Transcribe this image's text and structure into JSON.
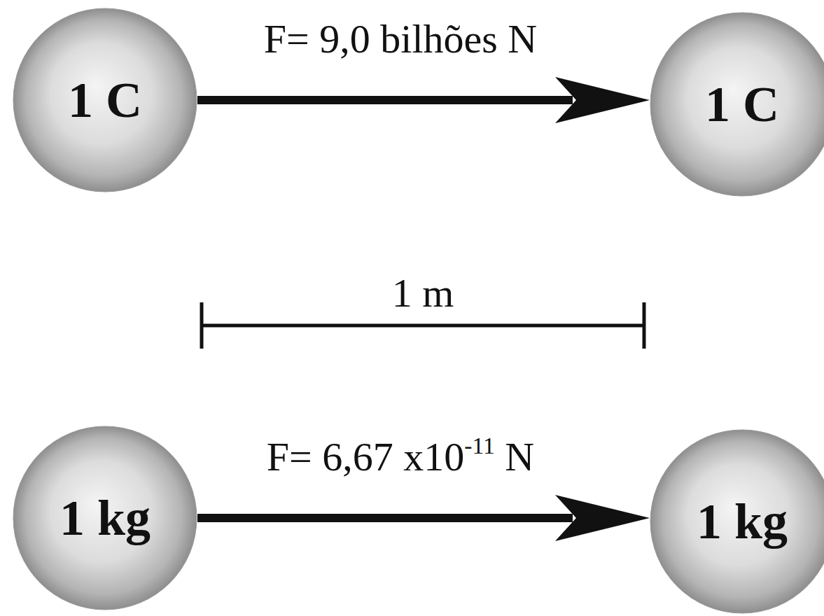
{
  "diagram": {
    "nodes": [
      {
        "text": [
          "1 C"
        ]
      },
      {
        "text": [
          "1 C"
        ]
      },
      {
        "text": [
          "1 kg"
        ]
      },
      {
        "text": [
          "1 kg"
        ]
      }
    ],
    "edges": [
      {
        "from": 0,
        "to": 1,
        "arrow": "to",
        "label": "F= 9,0 bilhões N"
      },
      {
        "from": 2,
        "to": 3,
        "arrow": "to",
        "label": "F= 6,67 x10-11 N"
      }
    ],
    "labels": [
      "1 m"
    ]
  }
}
